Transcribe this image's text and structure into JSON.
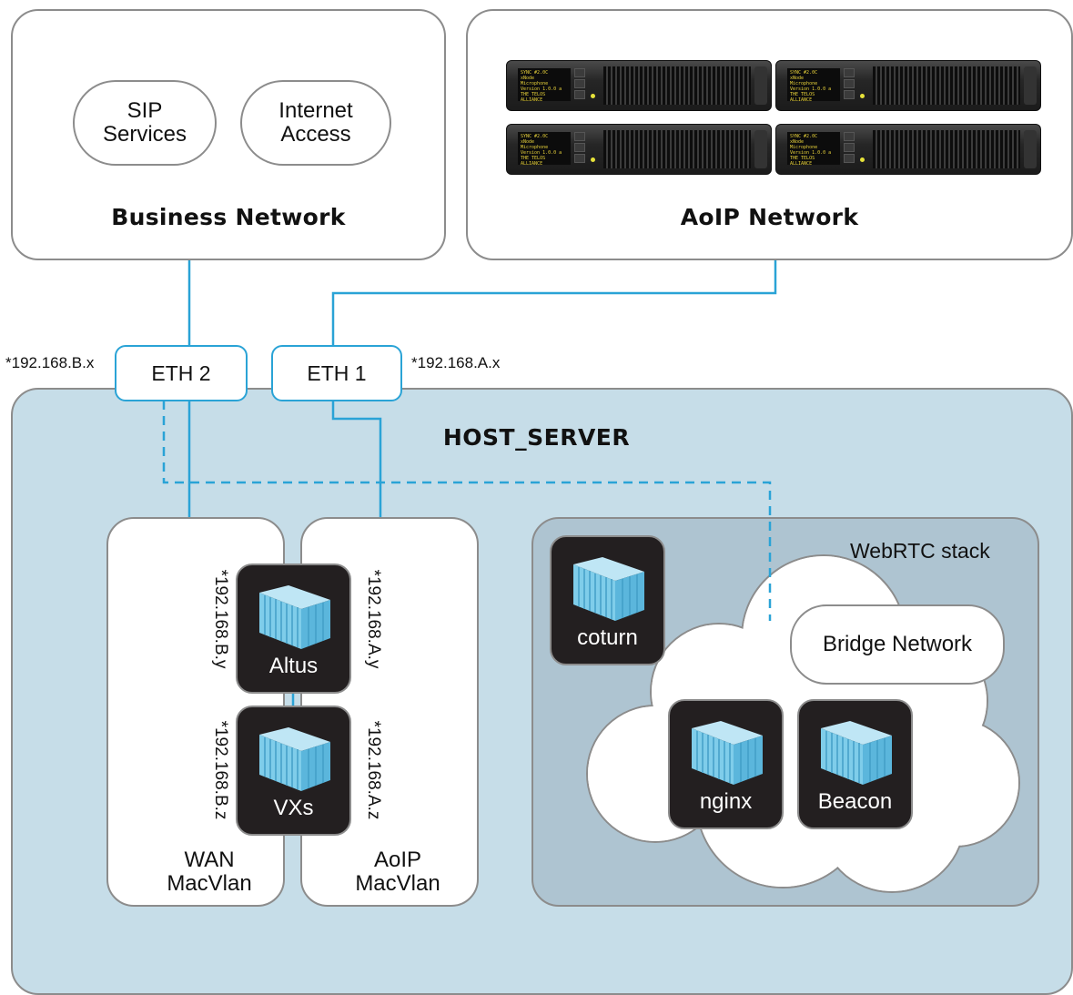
{
  "business_network": {
    "title": "Business Network",
    "services": [
      "SIP\nServices",
      "Internet\nAccess"
    ]
  },
  "aoip_network": {
    "title": "AoIP Network",
    "device_screen": [
      "SYNC          #2.0C",
      "        xNode",
      "     Microphone",
      "Version 1.0.0 a",
      "THE TELOS ALLIANCE"
    ]
  },
  "interfaces": {
    "eth2": {
      "label": "ETH 2",
      "ip": "*192.168.B.x"
    },
    "eth1": {
      "label": "ETH 1",
      "ip": "*192.168.A.x"
    }
  },
  "host_server": {
    "title": "HOST_SERVER",
    "wan_macvlan": "WAN\nMacVlan",
    "aoip_macvlan": "AoIP\nMacVlan",
    "containers": [
      {
        "name": "Altus",
        "ip_wan": "*192.168.B.y",
        "ip_aoip": "*192.168.A.y"
      },
      {
        "name": "VXs",
        "ip_wan": "*192.168.B.z",
        "ip_aoip": "*192.168.A.z"
      }
    ],
    "webrtc_stack": {
      "title": "WebRTC stack",
      "bridge_network": "Bridge Network",
      "containers": [
        "coturn",
        "nginx",
        "Beacon"
      ]
    }
  },
  "colors": {
    "link": "#2aa3d6",
    "host_bg": "#c6dde8",
    "webrtc_bg": "#aec4d1",
    "container_bg": "#231f20",
    "container_icon": "#7fcdea"
  }
}
